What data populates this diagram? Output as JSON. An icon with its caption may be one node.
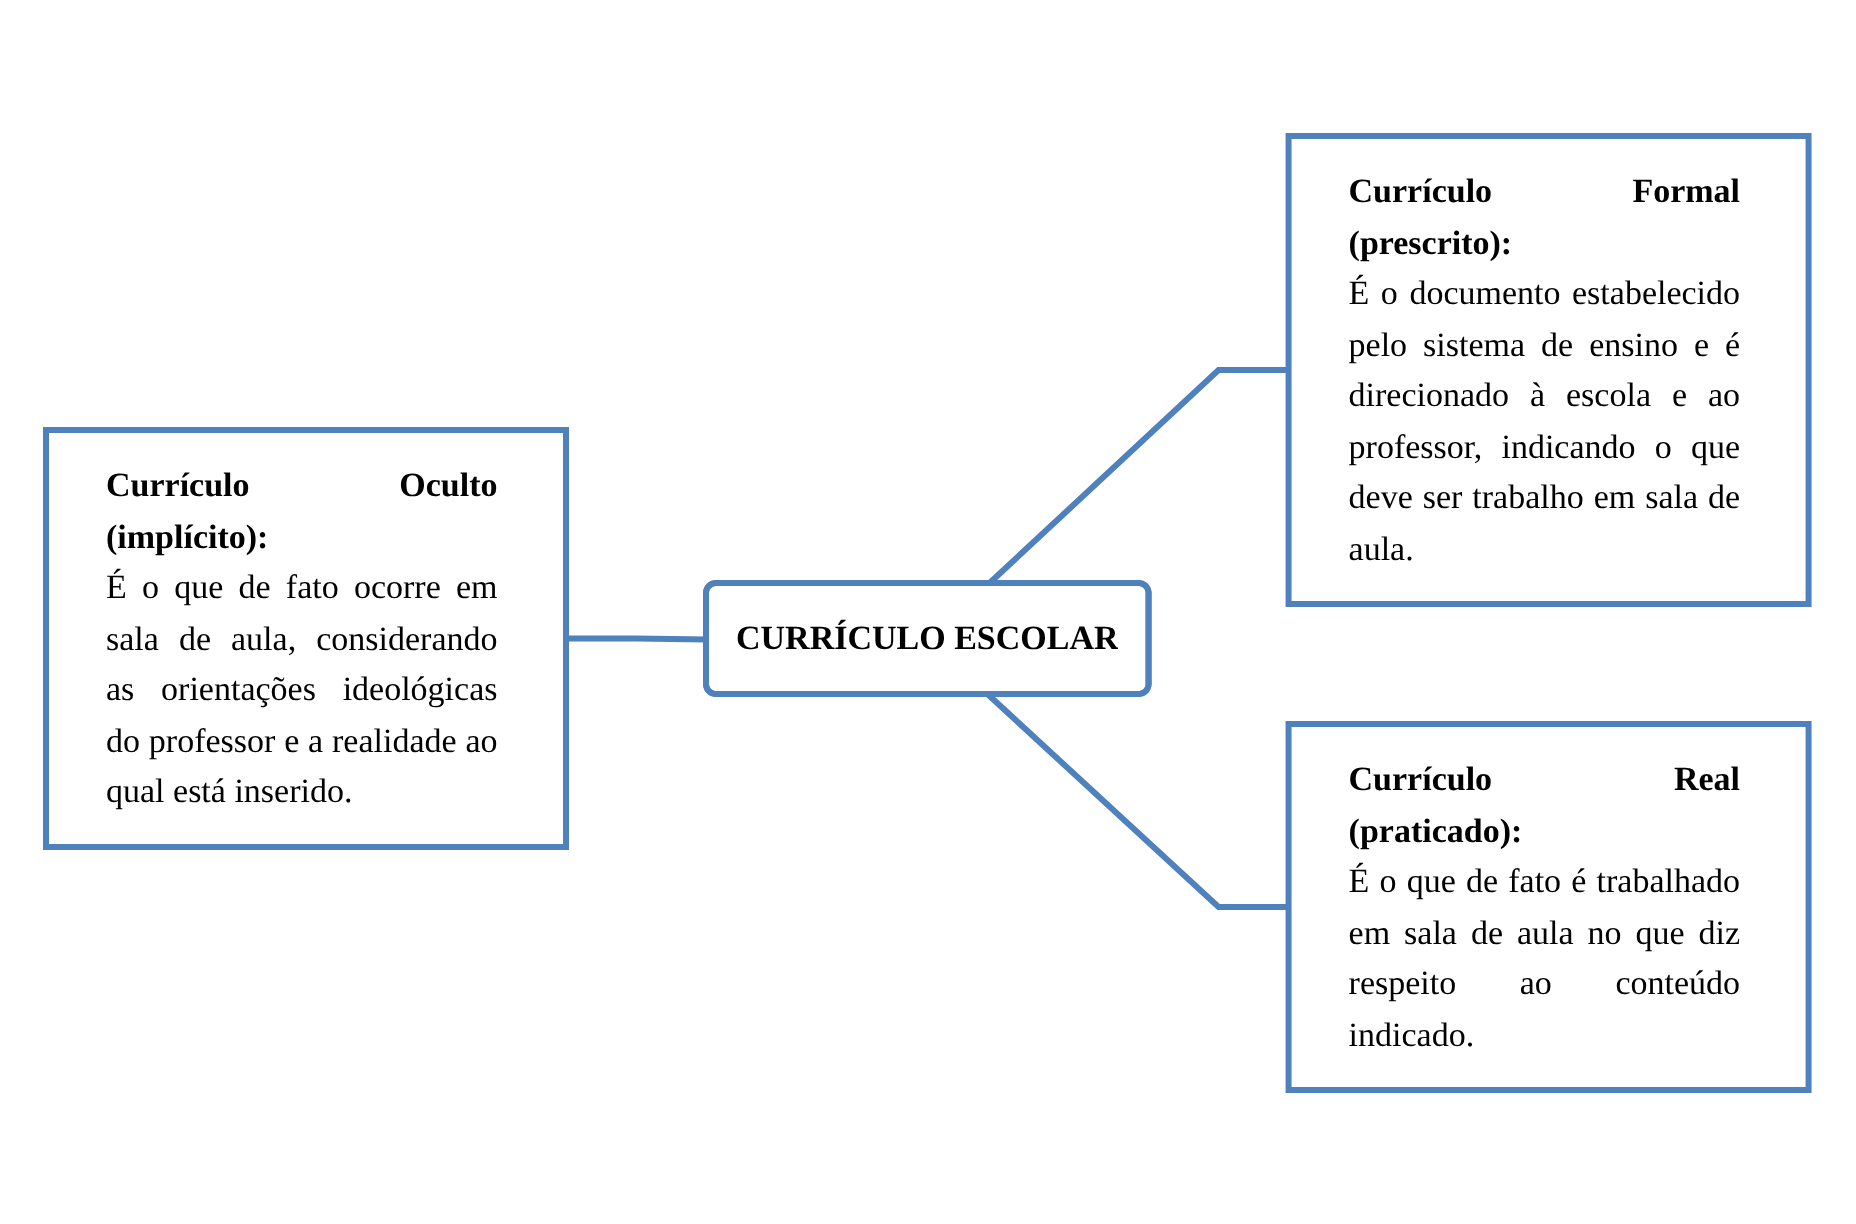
{
  "diagram": {
    "nodes": [
      {
        "text": [
          "Currículo Oculto (implícito):",
          "É o que de fato ocorre em sala de aula, considerando as orientações ideológicas do professor e a realidade ao qual está inserido."
        ]
      },
      {
        "text": [
          "CURRÍCULO ESCOLAR"
        ]
      },
      {
        "text": [
          "Currículo Formal (prescrito):",
          "É o documento estabelecido pelo sistema de ensino e é direcionado à escola e ao professor, indicando o que deve ser trabalho em sala de aula."
        ]
      },
      {
        "text": [
          "Currículo Real (praticado):",
          "É o que de fato é trabalhado em sala de aula no que diz respeito ao conteúdo indicado."
        ]
      }
    ],
    "edges": [
      {
        "from": 0,
        "to": 1,
        "arrow": "none"
      },
      {
        "from": 1,
        "to": 2,
        "arrow": "none"
      },
      {
        "from": 1,
        "to": 3,
        "arrow": "none"
      }
    ]
  }
}
